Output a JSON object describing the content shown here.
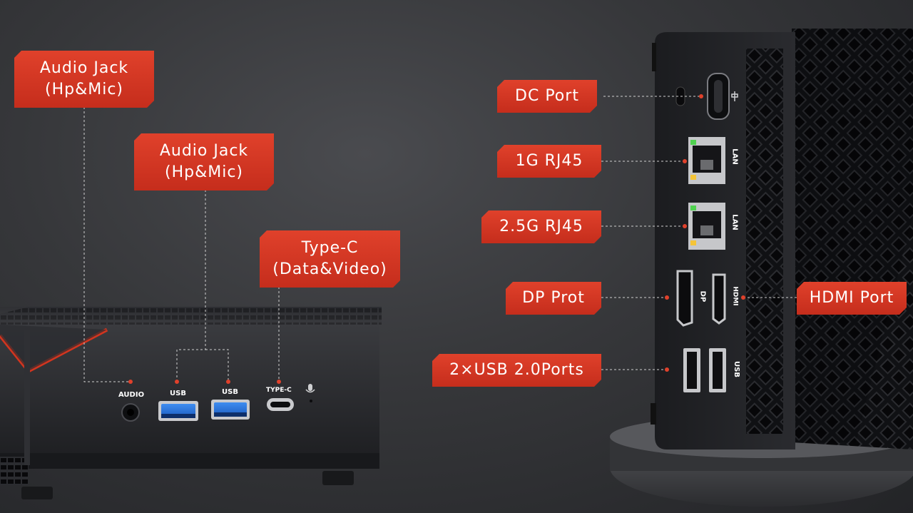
{
  "callouts": {
    "audio_jack_1": [
      "Audio Jack",
      "(Hp&Mic)"
    ],
    "audio_jack_2": [
      "Audio Jack",
      "(Hp&Mic)"
    ],
    "type_c": [
      "Type-C",
      "(Data&Video)"
    ],
    "dc_port": "DC Port",
    "rj45_1g": "1G RJ45",
    "rj45_25g": "2.5G RJ45",
    "dp_port": "DP Prot",
    "hdmi_port": "HDMI Port",
    "usb2_ports": "2×USB 2.0Ports"
  },
  "front_panel": {
    "audio": "AUDIO",
    "usb1": "USB",
    "usb2": "USB",
    "type_c": "TYPE-C"
  },
  "rear_panel": {
    "lan1": "LAN",
    "lan2": "LAN",
    "dp": "DP",
    "hdmi": "HDMI",
    "usb": "USB"
  },
  "colors": {
    "accent": "#d2351f",
    "background": "#38393c",
    "device_body": "#1f2023"
  }
}
